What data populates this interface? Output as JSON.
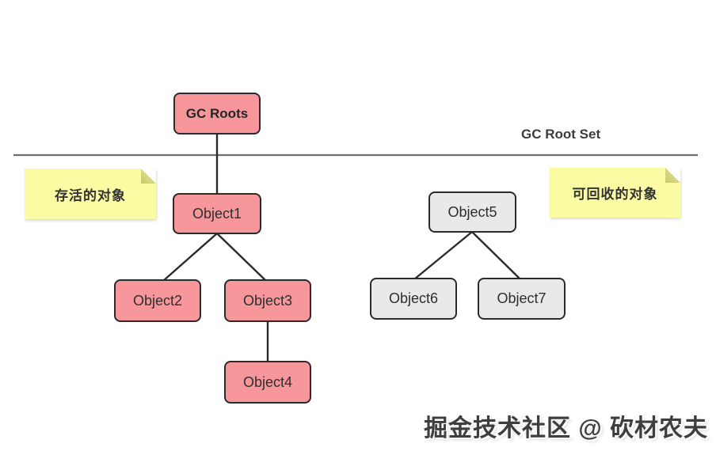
{
  "labels": {
    "root_set": "GC Root Set",
    "left_note": "存活的对象",
    "right_note": "可回收的对象",
    "watermark": "掘金技术社区 @ 砍材农夫"
  },
  "nodes": {
    "gc_roots": "GC Roots",
    "object1": "Object1",
    "object2": "Object2",
    "object3": "Object3",
    "object4": "Object4",
    "object5": "Object5",
    "object6": "Object6",
    "object7": "Object7"
  },
  "groups": {
    "live": [
      "GC Roots",
      "Object1",
      "Object2",
      "Object3",
      "Object4"
    ],
    "recyclable": [
      "Object5",
      "Object6",
      "Object7"
    ]
  },
  "edges": [
    {
      "from": "GC Roots",
      "to": "Object1"
    },
    {
      "from": "Object1",
      "to": "Object2"
    },
    {
      "from": "Object1",
      "to": "Object3"
    },
    {
      "from": "Object3",
      "to": "Object4"
    },
    {
      "from": "Object5",
      "to": "Object6"
    },
    {
      "from": "Object5",
      "to": "Object7"
    }
  ],
  "colors": {
    "live_fill": "#f7979c",
    "recyclable_fill": "#e9e9e9",
    "node_border": "#2b2b2b",
    "note_fill": "#fbfba4",
    "note_fold": "#d9d982",
    "divider": "#6e6e6e",
    "connector": "#2b2b2b"
  }
}
